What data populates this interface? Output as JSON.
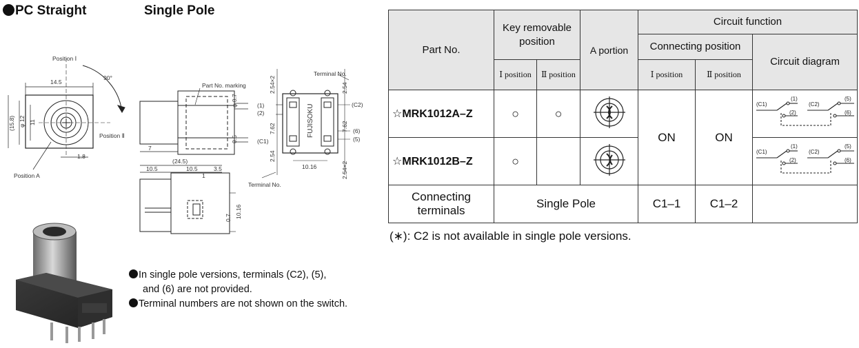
{
  "header": {
    "title_left": "PC Straight",
    "title_right": "Single Pole"
  },
  "drawings": {
    "front": {
      "position_1": "Position Ⅰ",
      "position_2": "Position Ⅱ",
      "position_a": "Position A",
      "angle": "90°",
      "dim_width": "14.5",
      "dim_height": "(15.8)",
      "dim_diameter": "φ 12",
      "dim_inner": "11",
      "dim_small": "1.8"
    },
    "side": {
      "part_no_marking": "Part No. marking",
      "dim_phi07": "φ 0.7",
      "dim_05": "0.5",
      "dim_7": "7"
    },
    "bottom": {
      "terminal_no_top": "Terminal No.",
      "terminal_no_bottom": "Terminal No.",
      "brand": "FUJISOKU",
      "t1": "(1)",
      "t2": "(2)",
      "tc1": "(C1)",
      "tc2": "(C2)",
      "t5": "(5)",
      "t6": "(6)",
      "dim_254x2_top": "2.54×2",
      "dim_254_top": "2.54",
      "dim_762_left": "7.62",
      "dim_762_right": "7.62",
      "dim_254_left": "2.54",
      "dim_1016": "10.16",
      "dim_254x2_bottom": "2.54×2"
    },
    "lower": {
      "dim_245": "(24.5)",
      "dim_105a": "10.5",
      "dim_105b": "10.5",
      "dim_35": "3.5",
      "dim_1": "1",
      "dim_1016": "10.16",
      "dim_07": "0.7"
    }
  },
  "notes": [
    "In single pole versions, terminals (C2), (5),",
    "and (6) are not provided.",
    "Terminal numbers are not shown on the switch."
  ],
  "table": {
    "h_part_no": "Part No.",
    "h_key_removable": "Key removable position",
    "h_a_portion": "A portion",
    "h_circuit_function": "Circuit function",
    "h_connecting_position": "Connecting position",
    "h_circuit_diagram": "Circuit diagram",
    "sub_pos1": "Ⅰ position",
    "sub_pos2": "Ⅱ position",
    "sub_pos1b": "Ⅰ position",
    "sub_pos2b": "Ⅱ position",
    "rows": [
      {
        "part_no": "☆MRK1012A–Z",
        "key_pos1": "○",
        "key_pos2": "○"
      },
      {
        "part_no": "☆MRK1012B–Z",
        "key_pos1": "○",
        "key_pos2": ""
      }
    ],
    "conn_pos1": "ON",
    "conn_pos2": "ON",
    "diagram_labels": {
      "c1": "(C1)",
      "c2": "(C2)",
      "t1": "(1)",
      "t2": "(2)",
      "t5": "(5)",
      "t6": "(6)"
    },
    "footer_label": "Connecting terminals",
    "footer_pole": "Single Pole",
    "footer_c1": "C1–1",
    "footer_c2": "C1–2"
  },
  "footnote": "(∗): C2 is not available in single pole versions."
}
